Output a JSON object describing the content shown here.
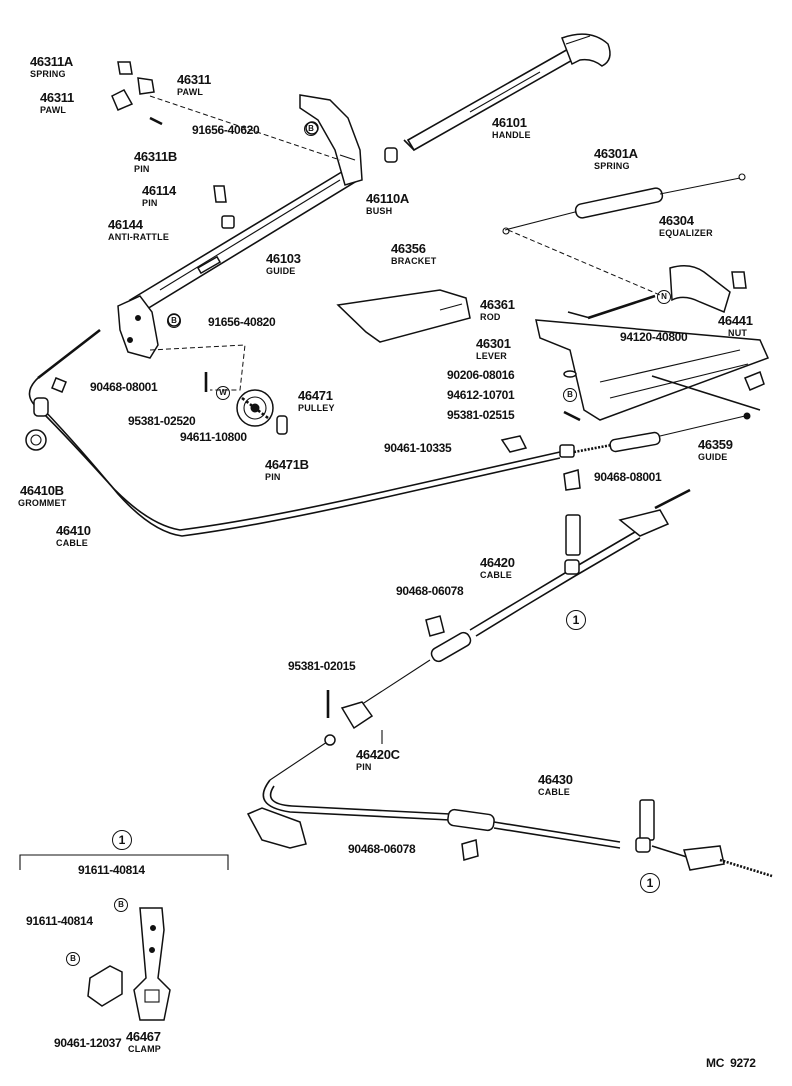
{
  "parts": {
    "p46311A": {
      "number": "46311A",
      "name": "SPRING"
    },
    "p46311_r": {
      "number": "46311",
      "name": "PAWL"
    },
    "p46311_l": {
      "number": "46311",
      "name": "PAWL"
    },
    "p46311B": {
      "number": "46311B",
      "name": "PIN"
    },
    "p46114": {
      "number": "46114",
      "name": "PIN"
    },
    "p46144": {
      "number": "46144",
      "name": "ANTI-RATTLE"
    },
    "p46103": {
      "number": "46103",
      "name": "GUIDE"
    },
    "p46110A": {
      "number": "46110A",
      "name": "BUSH"
    },
    "p46101": {
      "number": "46101",
      "name": "HANDLE"
    },
    "p46301A": {
      "number": "46301A",
      "name": "SPRING"
    },
    "p46304": {
      "number": "46304",
      "name": "EQUALIZER"
    },
    "p46356": {
      "number": "46356",
      "name": "BRACKET"
    },
    "p46361": {
      "number": "46361",
      "name": "ROD"
    },
    "p46441": {
      "number": "46441",
      "name": "NUT"
    },
    "p46301": {
      "number": "46301",
      "name": "LEVER"
    },
    "p46359": {
      "number": "46359",
      "name": "GUIDE"
    },
    "p46471": {
      "number": "46471",
      "name": "PULLEY"
    },
    "p46471B": {
      "number": "46471B",
      "name": "PIN"
    },
    "p46410B": {
      "number": "46410B",
      "name": "GROMMET"
    },
    "p46410": {
      "number": "46410",
      "name": "CABLE"
    },
    "p46420": {
      "number": "46420",
      "name": "CABLE"
    },
    "p46420C": {
      "number": "46420C",
      "name": "PIN"
    },
    "p46430": {
      "number": "46430",
      "name": "CABLE"
    },
    "p46467": {
      "number": "46467",
      "name": "CLAMP"
    }
  },
  "refs": {
    "r91656_40620": "91656-40620",
    "r91656_40820": "91656-40820",
    "r90468_08001_a": "90468-08001",
    "r95381_02520": "95381-02520",
    "r94611_10800": "94611-10800",
    "r94120_40800": "94120-40800",
    "r90206_08016": "90206-08016",
    "r94612_10701": "94612-10701",
    "r95381_02515": "95381-02515",
    "r90461_10335": "90461-10335",
    "r90468_08001_b": "90468-08001",
    "r90468_06078_a": "90468-06078",
    "r95381_02015": "95381-02015",
    "r90468_06078_b": "90468-06078",
    "r91611_40814_a": "91611-40814",
    "r91611_40814_b": "91611-40814",
    "r90461_12037": "90461-12037"
  },
  "badges": {
    "b": "B",
    "n": "N",
    "w": "W"
  },
  "callout": "1",
  "footer_code": "MC  9272"
}
